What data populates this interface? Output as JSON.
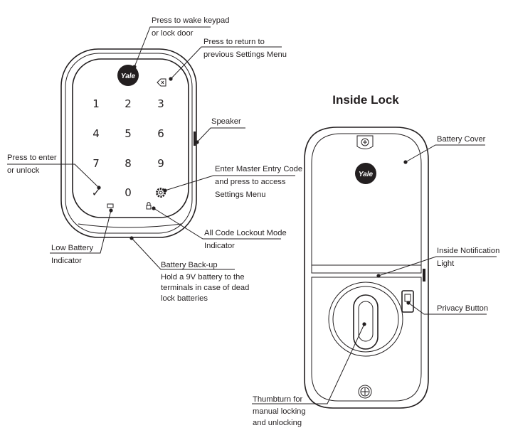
{
  "title": "Inside Lock",
  "logo_text": "Yale",
  "keypad_keys": [
    "1",
    "2",
    "3",
    "4",
    "5",
    "6",
    "7",
    "8",
    "9",
    "✓",
    "0"
  ],
  "icons": [
    "back-arrow-icon",
    "gear-icon",
    "check-icon",
    "battery-icon",
    "lock-icon",
    "screw-icon"
  ],
  "labels": {
    "wake": [
      "Press to wake keypad",
      "or lock door"
    ],
    "return": [
      "Press to return to",
      "previous Settings Menu"
    ],
    "speaker": [
      "Speaker"
    ],
    "enter": [
      "Press to enter",
      "or unlock"
    ],
    "master": [
      "Enter Master Entry Code",
      "and press to access",
      "Settings Menu"
    ],
    "lockout": [
      "All Code Lockout Mode",
      "Indicator"
    ],
    "lowbat": [
      "Low Battery",
      "Indicator"
    ],
    "backup": [
      "Battery Back-up",
      "Hold a 9V battery to the",
      "terminals in case of dead",
      "lock batteries"
    ],
    "batcover": [
      "Battery Cover"
    ],
    "notif": [
      "Inside Notification",
      "Light"
    ],
    "privacy": [
      "Privacy Button"
    ],
    "thumb": [
      "Thumbturn for",
      "manual locking",
      "and unlocking"
    ]
  }
}
